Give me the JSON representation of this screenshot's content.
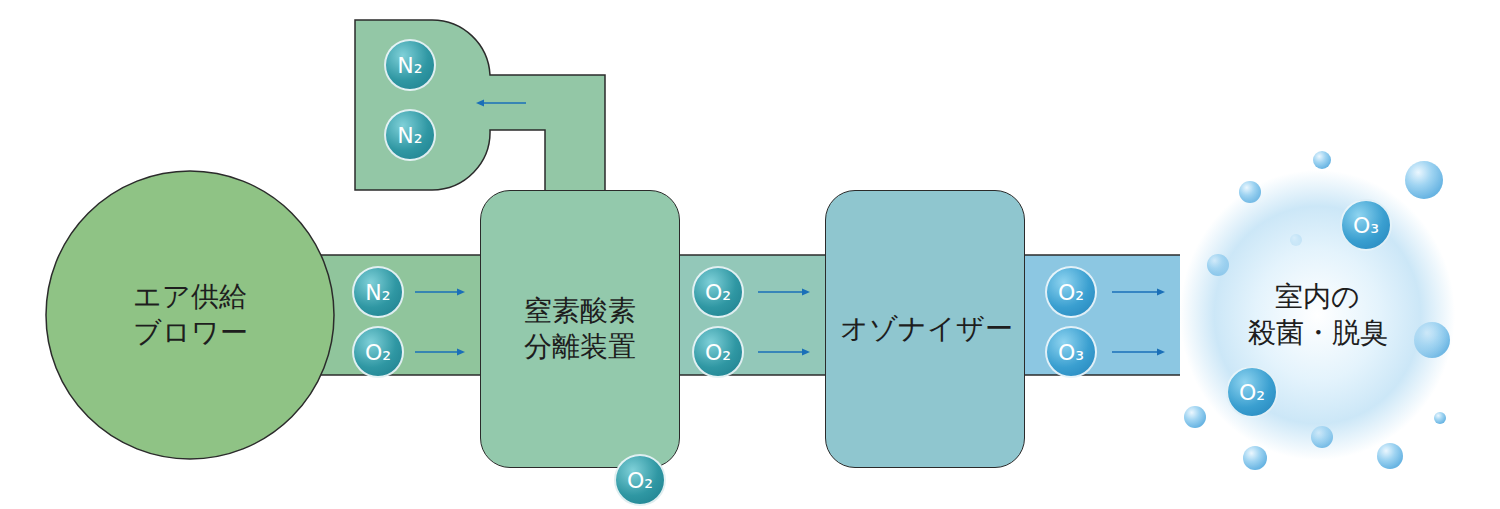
{
  "diagram": {
    "nodes": [
      {
        "text": [
          "エア供給 ブロワー"
        ]
      },
      {
        "text": [
          "窒素酸素 分離装置"
        ]
      },
      {
        "text": [
          "オゾナイザー"
        ]
      },
      {
        "text": [
          "室内の 殺菌・脱臭"
        ]
      }
    ],
    "edges": [
      {
        "from": 0,
        "to": 1,
        "arrow": "to"
      },
      {
        "from": 1,
        "to": 2,
        "arrow": "to"
      },
      {
        "from": 2,
        "to": 3,
        "arrow": "to"
      }
    ],
    "labels": [
      "N₂",
      "N₂",
      "N₂",
      "O₂",
      "O₂",
      "O₂",
      "O₂",
      "O₃",
      "O₃",
      "O₂",
      "O₂"
    ]
  }
}
